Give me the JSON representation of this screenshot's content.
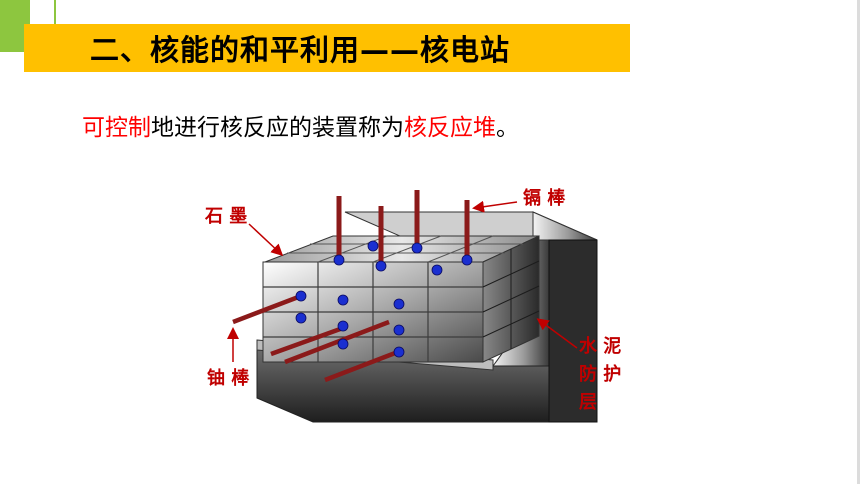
{
  "title": "二、核能的和平利用——核电站",
  "statement": {
    "part1": "可控制",
    "part2": "地进行核反应的装置称为",
    "part3": "核反应堆",
    "part4": "。"
  },
  "diagram": {
    "labels": {
      "graphite": "石 墨",
      "cadmium_rod": "镉 棒",
      "uranium_rod": "铀 棒",
      "concrete_1": "水 泥",
      "concrete_2": "防 护",
      "concrete_3": "层"
    }
  },
  "colors": {
    "title_bar": "#ffc000",
    "accent_green": "#8dc63f",
    "highlight_red": "#ff0000",
    "label_red": "#c00000",
    "rod": "#8b1a1a",
    "node_blue": "#1a2fd0"
  }
}
